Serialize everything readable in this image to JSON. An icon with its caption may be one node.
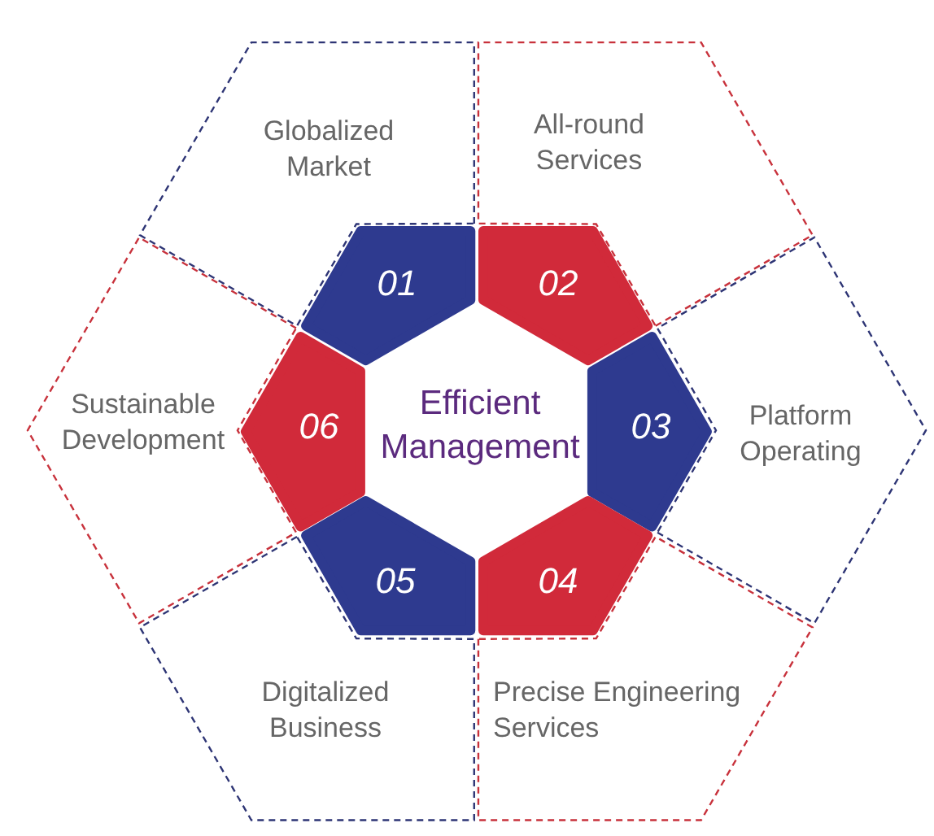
{
  "diagram": {
    "nodes": [
      {
        "text": [
          "Globalized Market"
        ]
      },
      {
        "text": [
          "All-round Services"
        ]
      },
      {
        "text": [
          "01"
        ]
      },
      {
        "text": [
          "02"
        ]
      },
      {
        "text": [
          "Sustainable Development"
        ]
      },
      {
        "text": [
          "06"
        ]
      },
      {
        "text": [
          "Efficient Management"
        ]
      },
      {
        "text": [
          "03"
        ]
      },
      {
        "text": [
          "Platform Operating"
        ]
      },
      {
        "text": [
          "05"
        ]
      },
      {
        "text": [
          "04"
        ]
      },
      {
        "text": [
          "Digitalized Business"
        ]
      },
      {
        "text": [
          "Precise Engineering Services"
        ]
      }
    ]
  }
}
